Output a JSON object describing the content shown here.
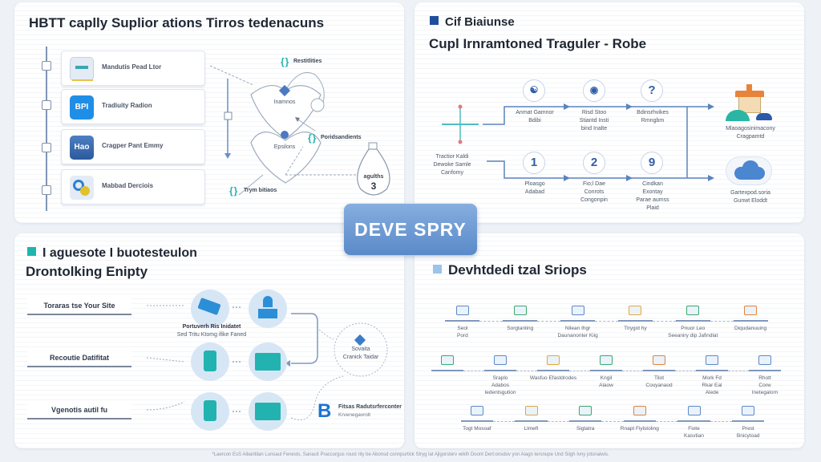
{
  "badge": {
    "label": "DEVE SPRY"
  },
  "colors": {
    "accent_blue": "#2d5ea8",
    "teal": "#22b3b0",
    "badge_blue": "#6f9bd3",
    "panel_bg": "#ffffff",
    "page_bg": "#eef2f7"
  },
  "panel1": {
    "title": "HBTT caplly Suplior ations Tirros tedenacuns",
    "cards": [
      {
        "icon": "dashboard-icon",
        "label": "Mandutis Pead Ltor"
      },
      {
        "icon": "app-badge-icon",
        "icon_text": "BPI",
        "label": "Tradiuity Radion"
      },
      {
        "icon": "app-badge-icon",
        "icon_text": "Hao",
        "label": "Cragper Pant Emmy"
      },
      {
        "icon": "search-coins-icon",
        "label": "Mabbad Derciois"
      }
    ],
    "diagram": {
      "hearts": [
        {
          "label": "Inamnos"
        },
        {
          "label": "Epsilons"
        }
      ],
      "tags": [
        {
          "label": "Restitlities"
        },
        {
          "label": "Poridsandients"
        },
        {
          "label": "Trym bitiaos"
        }
      ],
      "bag": {
        "label": "agulths",
        "number": "3"
      }
    }
  },
  "panel2": {
    "subtitle": "Cif Biaiunse",
    "title": "Cupl Irnramtoned Traguler - Robe",
    "source_top_label": "",
    "source_bottom_label": [
      "Tractior Kaldi",
      "Dewoke Samle",
      "Canfomy"
    ],
    "top_row": [
      {
        "icon": "globe-hand-icon",
        "label": [
          "Anmat Gamnor",
          "Bdibi"
        ]
      },
      {
        "icon": "camera-icon",
        "label": [
          "Risd Stoo",
          "Stiantd Insti",
          "bind Inalte"
        ]
      },
      {
        "icon": "question-icon",
        "glyph": "?",
        "label": [
          "Bdinsrhvikes",
          "Rmngbm"
        ]
      }
    ],
    "bottom_row": [
      {
        "glyph": "1",
        "label": [
          "Ploasgo",
          "Adabad"
        ]
      },
      {
        "glyph": "2",
        "label": [
          "Fio;l Dae",
          "Conrots",
          "Congonpin"
        ]
      },
      {
        "icon": "location-pin-icon",
        "glyph": "9",
        "label": [
          "Cindkan",
          "Exontay",
          "Parae aumss",
          "Plaid"
        ]
      }
    ],
    "destinations": [
      {
        "icon": "house-icon",
        "label": [
          "Mlaoagosinimacony",
          "Cragpamtd"
        ]
      },
      {
        "icon": "cloud-icon",
        "label": [
          "Gartexpod.soria",
          "Gunwt Eloddt"
        ]
      }
    ]
  },
  "panel3": {
    "subtitle": "I aguesote I buotesteulon",
    "title": "Drontolking Enipty",
    "rows": [
      {
        "label": "Toraras tse Your Site"
      },
      {
        "label": "Recoutie Datifitat"
      },
      {
        "label": "Vgenotis autil fu"
      }
    ],
    "row1_caption": [
      "Portuverh Ris Inidatet",
      "Sed Tritu Ktomg ifike Faned"
    ],
    "hub": {
      "label": [
        "Sovaita",
        "Cranick Taidar"
      ]
    },
    "brand": {
      "letter": "B",
      "title": "Fitsas Radutsrferconter",
      "sub": "Krvenegavrolt"
    }
  },
  "panel4": {
    "title": "Devhtdedi tzal Sriops",
    "row1": [
      {
        "icon": "box-icon",
        "label": [
          "Seol",
          "Pord"
        ]
      },
      {
        "icon": "grid-icon",
        "label": [
          "Sorgtanling"
        ]
      },
      {
        "icon": "monitor-icon",
        "label": [
          "Nilean Ihgr",
          "Daunanonter Kiig"
        ]
      },
      {
        "icon": "cloud-chat-icon",
        "label": [
          "Tlrygot hy"
        ]
      },
      {
        "icon": "mail-icon",
        "label": [
          "Pnuor Leo",
          "Seeaniry dip Jafindlat"
        ]
      },
      {
        "icon": "document-photo-icon",
        "label": [
          "Diqudanuuing"
        ]
      }
    ],
    "row2": [
      {
        "icon": "share-icon",
        "label": []
      },
      {
        "icon": "server-icon",
        "label": [
          "Sraplo",
          "Adabos",
          "Iedentsgution"
        ]
      },
      {
        "icon": "screen-icon",
        "label": [
          "Wasfuo Efastdrodes"
        ]
      },
      {
        "icon": "target-icon",
        "label": [
          "Kngil",
          "Alaow"
        ]
      },
      {
        "icon": "home-icon",
        "label": [
          "Tilot",
          "Couyanaod"
        ]
      },
      {
        "icon": "figure-icon",
        "label": [
          "Mork Fd",
          "Rkar Eal",
          "Alede"
        ]
      },
      {
        "icon": "building-icon",
        "label": [
          "Rhott",
          "Corw",
          "Inetegalorn"
        ]
      }
    ],
    "row3": [
      {
        "icon": "bowtie-icon",
        "label": [
          "Togt Mosoaf"
        ]
      },
      {
        "icon": "star-icon",
        "label": [
          "Llmeft"
        ]
      },
      {
        "icon": "device-icon",
        "label": [
          "Sigtatra"
        ]
      },
      {
        "icon": "cloud-network-icon",
        "label": [
          "Rnapt Fiylstoling"
        ]
      },
      {
        "icon": "grid-window-icon",
        "label": [
          "Fiote",
          "Kasvtian"
        ]
      },
      {
        "icon": "person-icon",
        "label": [
          "Prest",
          "Bnicytoad"
        ]
      }
    ]
  },
  "footnote": "*Laercon EsS Aibaritilan Lunsaul Fenests, Sanacit Praccurgus roust rity be Abonsd connpurtick Stryg lat Ajlgorsterv wiklh Doont Dert:onsdov yon Aiagn tersnupe Und Siigh Ivny jotsnaiwis."
}
